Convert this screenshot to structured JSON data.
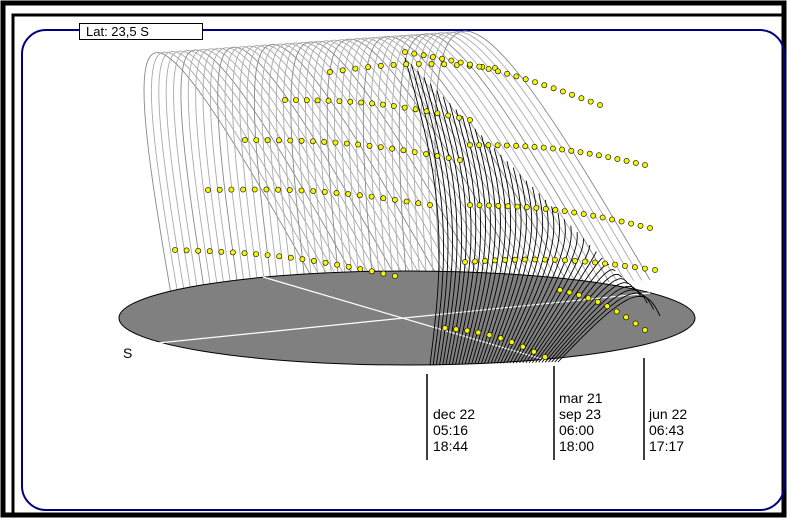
{
  "diagram": {
    "latitude_label": "Lat: 23,5 S",
    "south_label": "S",
    "dates": [
      {
        "date_lines": [
          "dec 22"
        ],
        "sunrise": "05:16",
        "sunset": "18:44"
      },
      {
        "date_lines": [
          "mar 21",
          "sep 23"
        ],
        "sunrise": "06:00",
        "sunset": "18:00"
      },
      {
        "date_lines": [
          "jun 22"
        ],
        "sunrise": "06:43",
        "sunset": "17:17"
      }
    ],
    "colors": {
      "frame": "#000000",
      "rounded_border": "#000080",
      "horizon_fill": "#808080",
      "back_dome_lines": "#999999",
      "front_dome_lines": "#000000",
      "hour_dots": "#f5f500"
    }
  }
}
